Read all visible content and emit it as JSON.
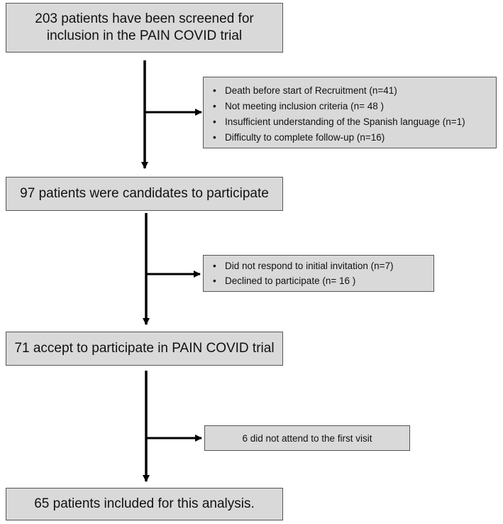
{
  "boxes": {
    "screened": "203 patients have been screened for inclusion in the PAIN COVID trial",
    "candidates": "97 patients were candidates to participate",
    "accepted": "71 accept to participate in PAIN COVID trial",
    "included": "65 patients included for this analysis."
  },
  "exclusions": {
    "first": [
      "Death before start of Recruitment (n=41)",
      "Not meeting inclusion criteria (n= 48 )",
      "Insufficient understanding of the Spanish language (n=1)",
      "Difficulty to complete follow-up (n=16)"
    ],
    "second": [
      "Did not respond to initial invitation (n=7)",
      "Declined to participate (n= 16 )"
    ],
    "third": "6 did not attend to the first visit"
  },
  "bullet_glyph": "•",
  "colors": {
    "box_fill": "#d9d9d9",
    "box_border": "#555555",
    "arrow": "#000000"
  }
}
